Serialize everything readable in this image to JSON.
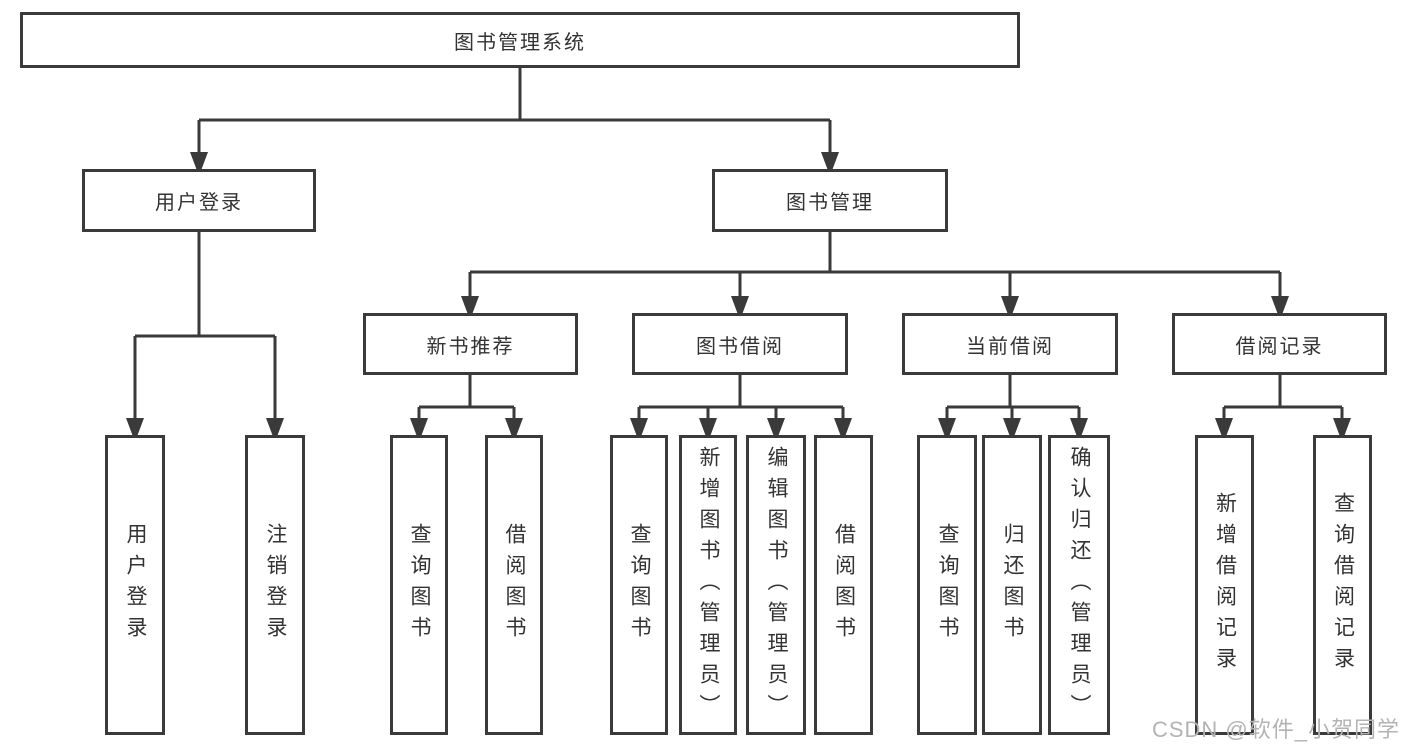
{
  "diagram": {
    "root": "图书管理系统",
    "level2": {
      "user_login": "用户登录",
      "book_management": "图书管理"
    },
    "level3": {
      "new_book_recommend": "新书推荐",
      "book_borrow": "图书借阅",
      "current_borrow": "当前借阅",
      "borrow_records": "借阅记录"
    },
    "leaves": {
      "user_login": [
        "用户登录",
        "注销登录"
      ],
      "new_book": [
        "查询图书",
        "借阅图书"
      ],
      "book_borrow": [
        "查询图书",
        "新增图书（管理员）",
        "编辑图书（管理员）",
        "借阅图书"
      ],
      "current_borrow": [
        "查询图书",
        "归还图书",
        "确认归还（管理员）"
      ],
      "borrow_records": [
        "新增借阅记录",
        "查询借阅记录"
      ]
    }
  },
  "watermark": "CSDN @软件_小贺同学",
  "colors": {
    "line": "#3a3a3a",
    "text": "#333333",
    "watermark": "#b3b3b3"
  }
}
